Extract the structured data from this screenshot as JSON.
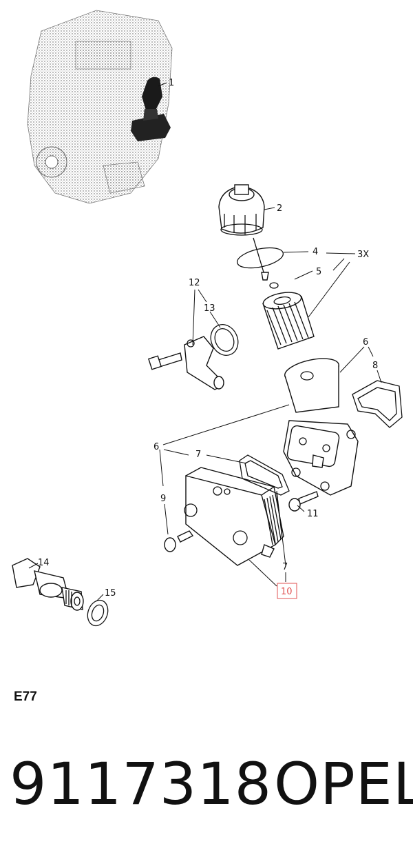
{
  "diagram": {
    "callouts": [
      "1",
      "2",
      "4",
      "3X",
      "5",
      "12",
      "13",
      "6",
      "8",
      "6",
      "7",
      "9",
      "11",
      "7",
      "10",
      "14",
      "15"
    ],
    "highlighted_callout": "10",
    "highlight_color": "#e05050"
  },
  "footer": {
    "section_code": "E77",
    "part_number": "9117318",
    "brand": "OPEL"
  }
}
